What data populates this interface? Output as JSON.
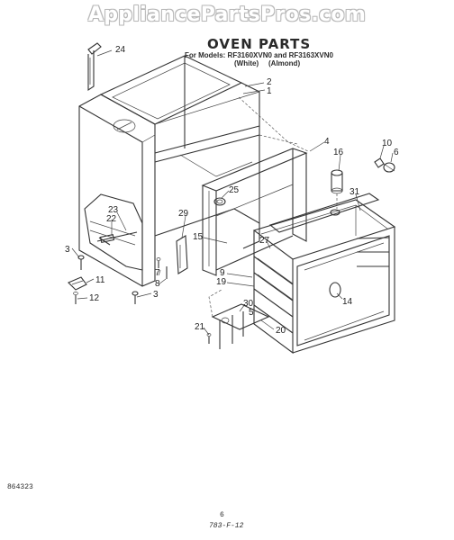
{
  "watermark": "AppliancePartsPros.com",
  "title": "OVEN PARTS",
  "subtitle_line1": "For Models: RF3160XVN0 and RF3163XVN0",
  "subtitle_white": "(White)",
  "subtitle_almond": "(Almond)",
  "footer_code": "864323",
  "footer_page": "6",
  "footer_ref": "783-F-12",
  "callouts": {
    "c24": "24",
    "c2": "2",
    "c1": "1",
    "c4": "4",
    "c16": "16",
    "c10": "10",
    "c6": "6",
    "c31": "31",
    "c25": "25",
    "c29": "29",
    "c23": "23",
    "c22": "22",
    "c15": "15",
    "c27": "27",
    "c3a": "3",
    "c11": "11",
    "c12": "12",
    "c7": "7",
    "c8": "8",
    "c9": "9",
    "c19": "19",
    "c3b": "3",
    "c14": "14",
    "c30": "30",
    "c21": "21",
    "c20": "20",
    "c5": "5"
  }
}
